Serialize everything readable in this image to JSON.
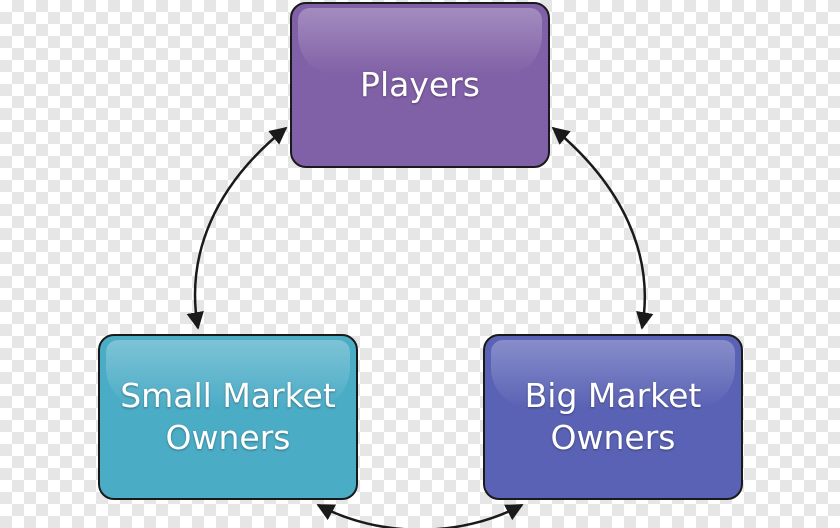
{
  "nodes": {
    "players": {
      "label": "Players",
      "color": "#8060a6"
    },
    "small_market_owners": {
      "label": "Small Market\nOwners",
      "color": "#4bacc6"
    },
    "big_market_owners": {
      "label": "Big Market\nOwners",
      "color": "#5a62b5"
    }
  },
  "edges": [
    {
      "from": "players",
      "to": "small_market_owners",
      "direction": "bidirectional"
    },
    {
      "from": "players",
      "to": "big_market_owners",
      "direction": "bidirectional"
    },
    {
      "from": "small_market_owners",
      "to": "big_market_owners",
      "direction": "bidirectional"
    }
  ]
}
